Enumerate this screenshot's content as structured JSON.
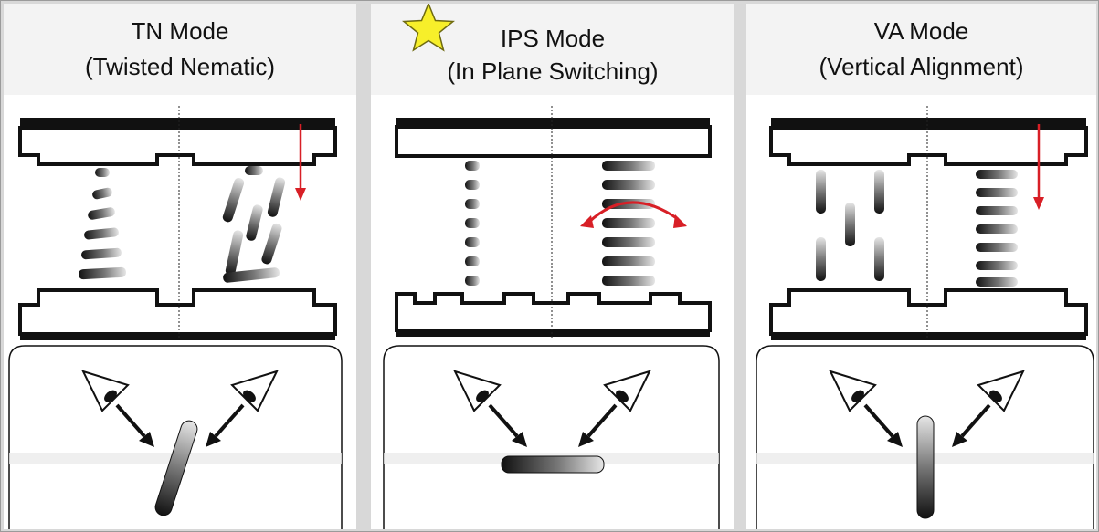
{
  "modes": [
    {
      "title": "TN Mode",
      "subtitle": "(Twisted Nematic)"
    },
    {
      "title": "IPS Mode",
      "subtitle": "(In Plane Switching)"
    },
    {
      "title": "VA Mode",
      "subtitle": "(Vertical Alignment)"
    }
  ],
  "colors": {
    "panel": "#ffffff",
    "header": "#f3f3f3",
    "glass": "#111111",
    "arrow_red": "#d81f26",
    "star_fill": "#f7ef2a",
    "star_stroke": "#6e6a10"
  },
  "icons": [
    "star-icon",
    "eye-icon",
    "arrow-icon",
    "liquid-crystal-molecule"
  ]
}
